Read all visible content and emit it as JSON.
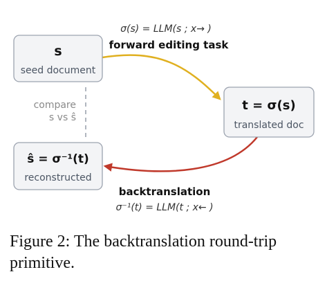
{
  "diagram": {
    "nodes": {
      "seed": {
        "title": "s",
        "subtitle": "seed document"
      },
      "translated": {
        "title": "t = σ(s)",
        "subtitle": "translated doc"
      },
      "reconstructed": {
        "title": "ŝ = σ⁻¹(t)",
        "subtitle": "reconstructed"
      }
    },
    "edges": {
      "forward": {
        "formula": "σ(s) = LLM(s ; x→ )",
        "label": "forward editing task",
        "color": "#e0b020"
      },
      "backward": {
        "label": "backtranslation",
        "formula": "σ⁻¹(t) = LLM(t ; x← )",
        "color": "#c0392b"
      }
    },
    "compare": {
      "line1": "compare",
      "line2": "s vs ŝ"
    }
  },
  "caption": "Figure 2: The backtranslation round-trip primitive."
}
